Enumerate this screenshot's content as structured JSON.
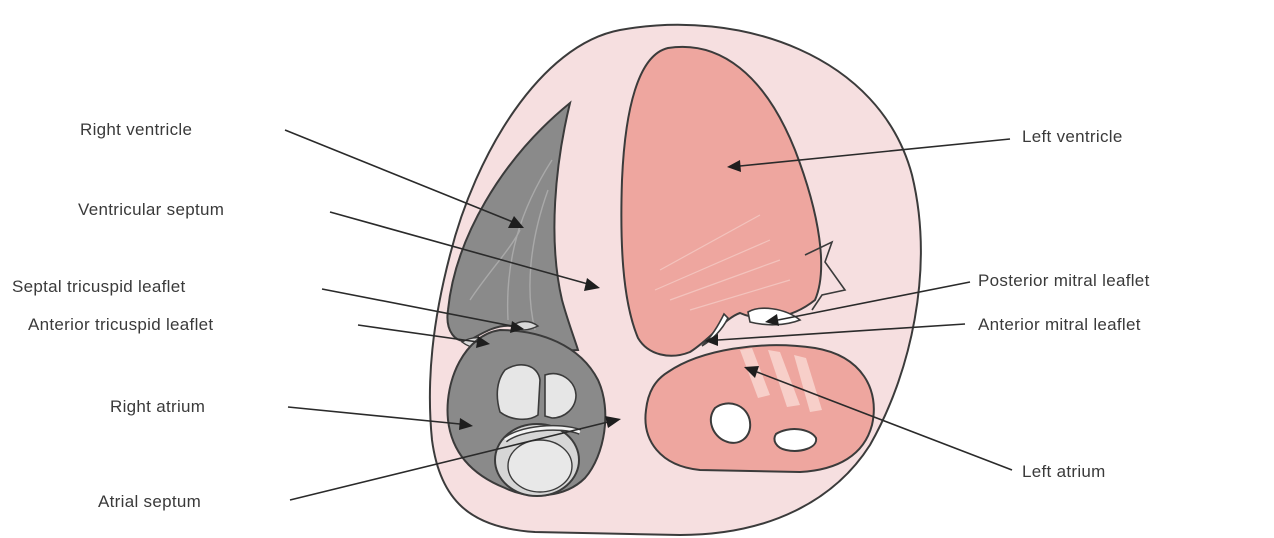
{
  "labels": {
    "right_ventricle": "Right ventricle",
    "ventricular_septum": "Ventricular septum",
    "septal_tricuspid_leaflet": "Septal tricuspid leaflet",
    "anterior_tricuspid_leaflet": "Anterior tricuspid leaflet",
    "right_atrium": "Right atrium",
    "atrial_septum": "Atrial septum",
    "left_ventricle": "Left ventricle",
    "posterior_mitral_leaflet": "Posterior mitral leaflet",
    "anterior_mitral_leaflet": "Anterior mitral leaflet",
    "left_atrium": "Left atrium"
  },
  "colors": {
    "heart_outline": "#f6dfe0",
    "left_chambers": "#eea69f",
    "right_chambers": "#8a8a8a",
    "valves": "#e6e6e6",
    "text": "#3a3a3a"
  }
}
